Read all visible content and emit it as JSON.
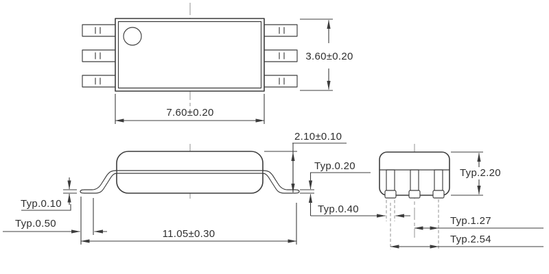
{
  "colors": {
    "line": "#3c3c3c",
    "centerline": "#9a9a9a",
    "text": "#2e2e2e",
    "background": "#ffffff"
  },
  "views": {
    "top_view": {
      "pins_per_side": 3,
      "dim_body_width": "7.60±0.20",
      "dim_body_depth": "3.60±0.20"
    },
    "side_view": {
      "dim_standoff": "Typ.0.10",
      "dim_foot_length": "Typ.0.50",
      "dim_total_length": "11.05±0.30",
      "dim_body_height": "2.10±0.10",
      "dim_lead_thickness": "Typ.0.20",
      "dim_lead_width": "Typ.0.40"
    },
    "end_view": {
      "dim_body_height": "Typ.2.20",
      "dim_lead_pitch": "Typ.1.27",
      "dim_lead_span": "Typ.2.54"
    }
  }
}
